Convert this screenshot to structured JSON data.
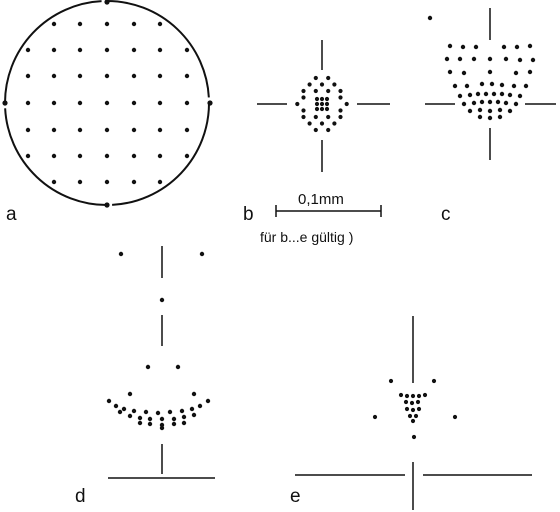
{
  "panels": {
    "a": {
      "label": "a"
    },
    "b": {
      "label": "b"
    },
    "c": {
      "label": "c"
    },
    "d": {
      "label": "d"
    },
    "e": {
      "label": "e"
    }
  },
  "scale_bar": {
    "value": "0,1mm",
    "note": "für b...e gültig )"
  },
  "colors": {
    "ink": "#111111",
    "background": "#ffffff"
  }
}
